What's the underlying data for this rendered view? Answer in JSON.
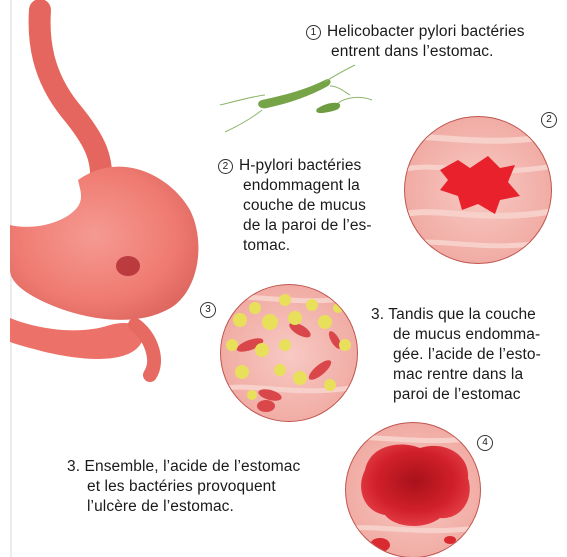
{
  "steps": [
    {
      "marker": "1",
      "lines": [
        "Helicobacter pylori bactéries",
        "entrent dans l’estomac."
      ]
    },
    {
      "marker": "2",
      "lines": [
        "H-pylori bactéries",
        "endommagent la",
        "couche de mucus",
        "de la paroi de l’es-",
        "tomac."
      ]
    },
    {
      "marker": "3",
      "lines": [
        "3. Tandis que la couche",
        "de mucus endomma-",
        "gée. l’acide de l’esto-",
        "mac rentre dans la",
        "paroi de l’estomac"
      ]
    },
    {
      "marker": "4",
      "lines": [
        "3. Ensemble, l’acide de l’estomac",
        "et les bactéries provoquent",
        "l’ulcère de l’estomac."
      ]
    }
  ],
  "colors": {
    "stomach": "#ef7b72",
    "stomach_dark": "#d9534e",
    "bacteria": "#7aa84a",
    "tissue": "#f4b5ae",
    "lesion": "#e8212c",
    "yellow_bacteria": "#e8e05a"
  }
}
